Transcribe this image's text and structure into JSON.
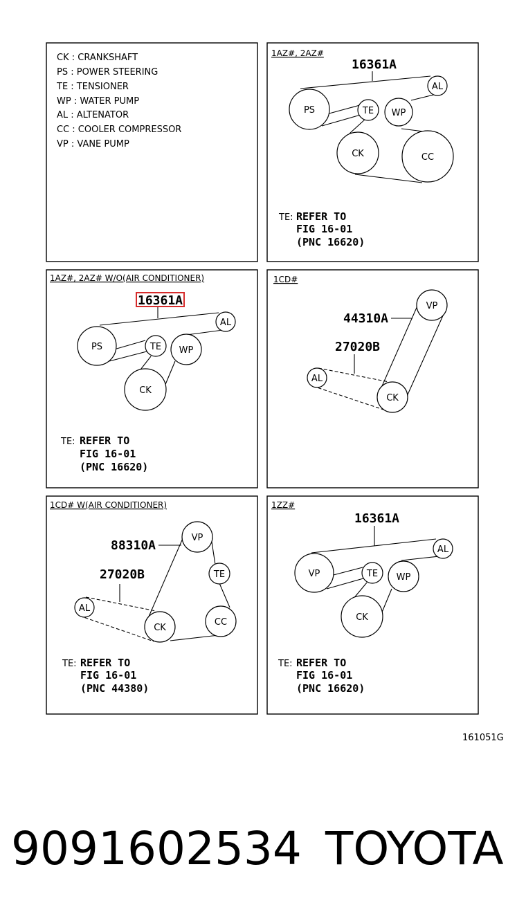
{
  "legend": {
    "items": [
      "CK : CRANKSHAFT",
      "PS : POWER STEERING",
      "TE : TENSIONER",
      "WP : WATER PUMP",
      "AL : ALTENATOR",
      "CC : COOLER COMPRESSOR",
      "VP : VANE PUMP"
    ]
  },
  "panels": {
    "p1": {
      "title": "1AZ#, 2AZ#",
      "part": "16361A",
      "pulleys": [
        "AL",
        "PS",
        "TE",
        "WP",
        "CK",
        "CC"
      ],
      "note": {
        "prefix": "TE:",
        "lines": [
          "REFER TO",
          "FIG 16-01",
          "(PNC 16620)"
        ]
      }
    },
    "p2": {
      "title": "1AZ#, 2AZ#  W/O(AIR CONDITIONER)",
      "part": "16361A",
      "pulleys": [
        "AL",
        "PS",
        "TE",
        "WP",
        "CK"
      ],
      "note": {
        "prefix": "TE:",
        "lines": [
          "REFER TO",
          "FIG 16-01",
          "(PNC 16620)"
        ]
      }
    },
    "p3": {
      "title": "1CD#",
      "parts": [
        "44310A",
        "27020B"
      ],
      "pulleys": [
        "VP",
        "AL",
        "CK"
      ]
    },
    "p4": {
      "title": "1CD#  W(AIR CONDITIONER)",
      "parts": [
        "88310A",
        "27020B"
      ],
      "pulleys": [
        "VP",
        "TE",
        "AL",
        "CK",
        "CC"
      ],
      "note": {
        "prefix": "TE:",
        "lines": [
          "REFER TO",
          "FIG 16-01",
          "(PNC 44380)"
        ]
      }
    },
    "p5": {
      "title": "1ZZ#",
      "part": "16361A",
      "pulleys": [
        "AL",
        "VP",
        "TE",
        "WP",
        "CK"
      ],
      "note": {
        "prefix": "TE:",
        "lines": [
          "REFER TO",
          "FIG 16-01",
          "(PNC 16620)"
        ]
      }
    }
  },
  "figure_code": "161051G",
  "footer": {
    "part_number": "9091602534",
    "brand": "TOYOTA"
  },
  "colors": {
    "highlight": "#d62b2b",
    "line": "#000000"
  }
}
